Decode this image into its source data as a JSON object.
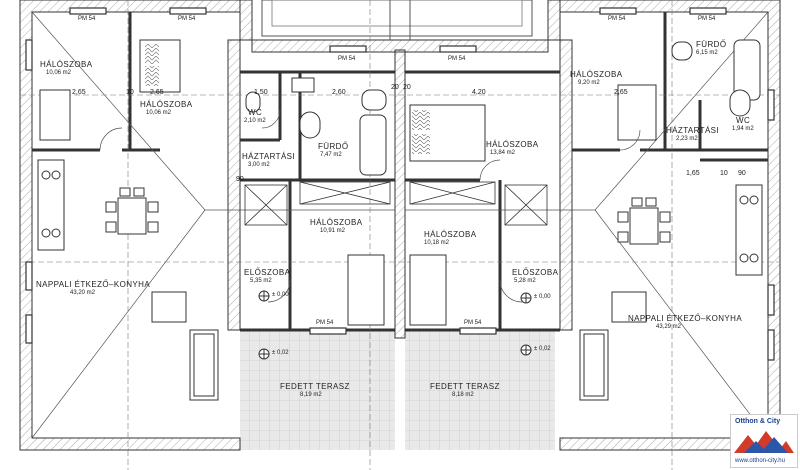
{
  "rooms": {
    "hal_tl": {
      "name": "HÁLÓSZOBA",
      "area": "10,06 m2"
    },
    "hal_tl2": {
      "name": "HÁLÓSZOBA",
      "area": "10,06 m2"
    },
    "wc_l": {
      "name": "WC",
      "area": "2,10 m2"
    },
    "furdo_l": {
      "name": "FÜRDŐ",
      "area": "7,47 m2"
    },
    "haztartasi_l": {
      "name": "HÁZTARTÁSI",
      "area": "3,00 m2"
    },
    "hal_mid_l": {
      "name": "HÁLÓSZOBA",
      "area": "10,91 m2"
    },
    "hal_mid_r": {
      "name": "HÁLÓSZOBA",
      "area": "10,18 m2"
    },
    "hal_big": {
      "name": "HÁLÓSZOBA",
      "area": "13,84 m2"
    },
    "furdo_r": {
      "name": "FÜRDŐ",
      "area": "6,15 m2"
    },
    "hal_r": {
      "name": "HÁLÓSZOBA",
      "area": "9,20 m2"
    },
    "wc_r": {
      "name": "WC",
      "area": "1,94 m2"
    },
    "haztartasi_r": {
      "name": "HÁZTARTÁSI",
      "area": "2,23 m2"
    },
    "nappali_l": {
      "name": "NAPPALI ÉTKEZŐ–KONYHA",
      "area": "43,20 m2"
    },
    "nappali_r": {
      "name": "NAPPALI ÉTKEZŐ–KONYHA",
      "area": "43,29 m2"
    },
    "eloszoba_l": {
      "name": "ELŐSZOBA",
      "area": "5,35 m2"
    },
    "eloszoba_r": {
      "name": "ELŐSZOBA",
      "area": "5,28 m2"
    },
    "terasz_l": {
      "name": "FEDETT TERASZ",
      "area": "8,19 m2"
    },
    "terasz_r": {
      "name": "FEDETT TERASZ",
      "area": "8,18 m2"
    }
  },
  "dims": {
    "d265a": "2,65",
    "d265b": "2,65",
    "d265c": "2,65",
    "d150": "1,50",
    "d260": "2,60",
    "d20a": "20",
    "d20b": "20",
    "d420": "4,20",
    "d165": "1,65",
    "d10": "10",
    "d90a": "90",
    "d90b": "90",
    "d10b": "10"
  },
  "window_tag": "PM 54",
  "levels": {
    "lv1": "± 0,00",
    "lv2": "± 0,00",
    "lv3": "± 0,02",
    "lv4": "± 0,02"
  },
  "logo": {
    "name": "Otthon & City",
    "url": "www.otthon-city.hu"
  }
}
